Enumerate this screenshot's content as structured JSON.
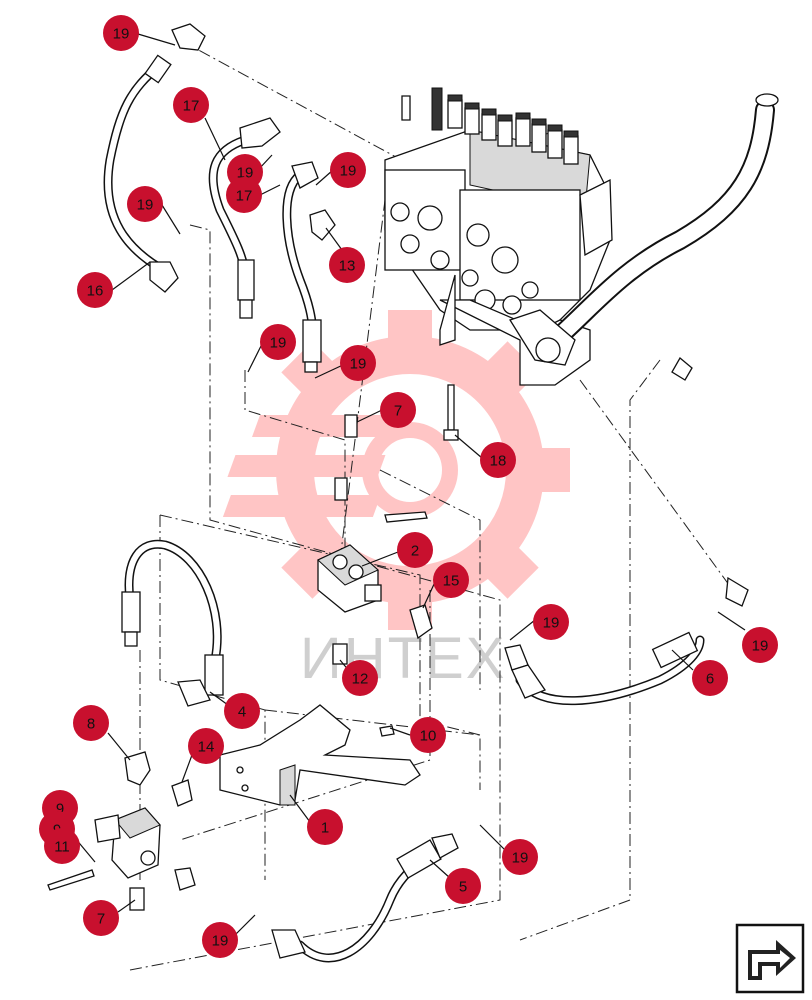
{
  "watermark": {
    "text": "ИНТЕХ",
    "color": "#ff8080"
  },
  "callout_color": "#c8102e",
  "callouts": [
    {
      "label": "19"
    },
    {
      "label": "17"
    },
    {
      "label": "19"
    },
    {
      "label": "17"
    },
    {
      "label": "19"
    },
    {
      "label": "19"
    },
    {
      "label": "13"
    },
    {
      "label": "16"
    },
    {
      "label": "19"
    },
    {
      "label": "19"
    },
    {
      "label": "7"
    },
    {
      "label": "18"
    },
    {
      "label": "2"
    },
    {
      "label": "15"
    },
    {
      "label": "19"
    },
    {
      "label": "19"
    },
    {
      "label": "6"
    },
    {
      "label": "12"
    },
    {
      "label": "4"
    },
    {
      "label": "10"
    },
    {
      "label": "8"
    },
    {
      "label": "14"
    },
    {
      "label": "1"
    },
    {
      "label": "9"
    },
    {
      "label": "9"
    },
    {
      "label": "11"
    },
    {
      "label": "19"
    },
    {
      "label": "5"
    },
    {
      "label": "7"
    },
    {
      "label": "19"
    }
  ],
  "nav_icon": "arrow-return-icon"
}
